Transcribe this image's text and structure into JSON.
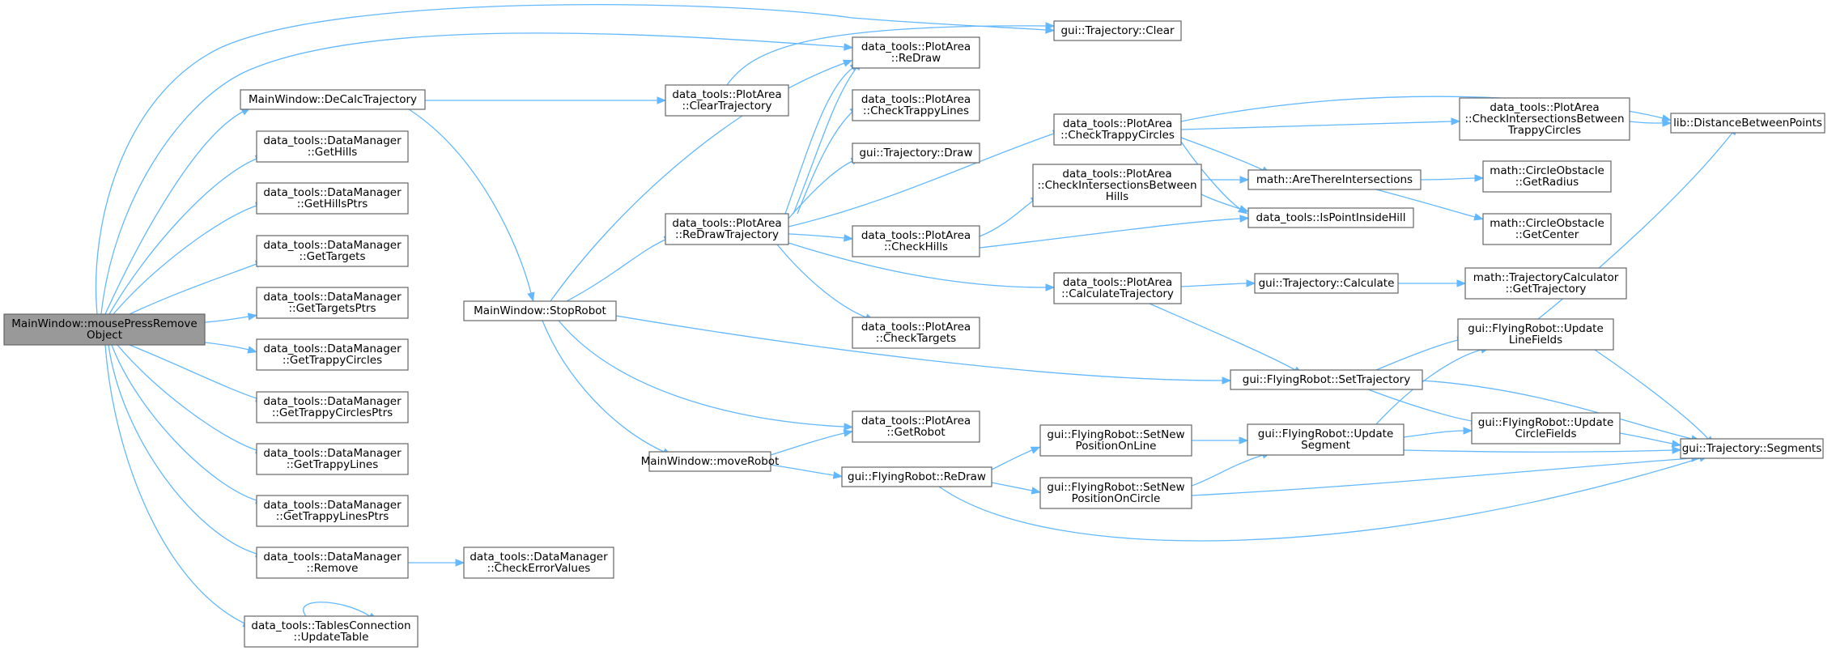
{
  "nodes": [
    {
      "id": "root",
      "lines": [
        "MainWindow::mousePressRemove",
        "Object"
      ],
      "root": true
    },
    {
      "id": "decalc",
      "lines": [
        "MainWindow::DeCalcTrajectory"
      ]
    },
    {
      "id": "gethills",
      "lines": [
        "data_tools::DataManager",
        "::GetHills"
      ]
    },
    {
      "id": "gethillsptrs",
      "lines": [
        "data_tools::DataManager",
        "::GetHillsPtrs"
      ]
    },
    {
      "id": "gettargets",
      "lines": [
        "data_tools::DataManager",
        "::GetTargets"
      ]
    },
    {
      "id": "gettargetsptrs",
      "lines": [
        "data_tools::DataManager",
        "::GetTargetsPtrs"
      ]
    },
    {
      "id": "gettrappycircles",
      "lines": [
        "data_tools::DataManager",
        "::GetTrappyCircles"
      ]
    },
    {
      "id": "gettrappycirclesptrs",
      "lines": [
        "data_tools::DataManager",
        "::GetTrappyCirclesPtrs"
      ]
    },
    {
      "id": "gettrappylines",
      "lines": [
        "data_tools::DataManager",
        "::GetTrappyLines"
      ]
    },
    {
      "id": "gettrappylinesptrs",
      "lines": [
        "data_tools::DataManager",
        "::GetTrappyLinesPtrs"
      ]
    },
    {
      "id": "remove",
      "lines": [
        "data_tools::DataManager",
        "::Remove"
      ]
    },
    {
      "id": "updatetable",
      "lines": [
        "data_tools::TablesConnection",
        "::UpdateTable"
      ]
    },
    {
      "id": "checkerror",
      "lines": [
        "data_tools::DataManager",
        "::CheckErrorValues"
      ]
    },
    {
      "id": "stoprobot",
      "lines": [
        "MainWindow::StopRobot"
      ]
    },
    {
      "id": "moverobot",
      "lines": [
        "MainWindow::moveRobot"
      ]
    },
    {
      "id": "cleartraj",
      "lines": [
        "data_tools::PlotArea",
        "::ClearTrajectory"
      ]
    },
    {
      "id": "redrawtraj",
      "lines": [
        "data_tools::PlotArea",
        "::ReDrawTrajectory"
      ]
    },
    {
      "id": "redraw",
      "lines": [
        "data_tools::PlotArea",
        "::ReDraw"
      ]
    },
    {
      "id": "checktrappylines",
      "lines": [
        "data_tools::PlotArea",
        "::CheckTrappyLines"
      ]
    },
    {
      "id": "trajdraw",
      "lines": [
        "gui::Trajectory::Draw"
      ]
    },
    {
      "id": "checkhills",
      "lines": [
        "data_tools::PlotArea",
        "::CheckHills"
      ]
    },
    {
      "id": "checktargets",
      "lines": [
        "data_tools::PlotArea",
        "::CheckTargets"
      ]
    },
    {
      "id": "getrobot",
      "lines": [
        "data_tools::PlotArea",
        "::GetRobot"
      ]
    },
    {
      "id": "frredraw",
      "lines": [
        "gui::FlyingRobot::ReDraw"
      ]
    },
    {
      "id": "trajclear",
      "lines": [
        "gui::Trajectory::Clear"
      ]
    },
    {
      "id": "checktrappycircles",
      "lines": [
        "data_tools::PlotArea",
        "::CheckTrappyCircles"
      ]
    },
    {
      "id": "checkinterhills",
      "lines": [
        "data_tools::PlotArea",
        "::CheckIntersectionsBetween",
        "Hills"
      ]
    },
    {
      "id": "calctraj",
      "lines": [
        "data_tools::PlotArea",
        "::CalculateTrajectory"
      ]
    },
    {
      "id": "setnewline",
      "lines": [
        "gui::FlyingRobot::SetNew",
        "PositionOnLine"
      ]
    },
    {
      "id": "setnewcircle",
      "lines": [
        "gui::FlyingRobot::SetNew",
        "PositionOnCircle"
      ]
    },
    {
      "id": "arethereinter",
      "lines": [
        "math::AreThereIntersections"
      ]
    },
    {
      "id": "ispointinside",
      "lines": [
        "data_tools::IsPointInsideHill"
      ]
    },
    {
      "id": "trajcalc",
      "lines": [
        "gui::Trajectory::Calculate"
      ]
    },
    {
      "id": "settraj",
      "lines": [
        "gui::FlyingRobot::SetTrajectory"
      ]
    },
    {
      "id": "updatesegment",
      "lines": [
        "gui::FlyingRobot::Update",
        "Segment"
      ]
    },
    {
      "id": "checkintertrappy",
      "lines": [
        "data_tools::PlotArea",
        "::CheckIntersectionsBetween",
        "TrappyCircles"
      ]
    },
    {
      "id": "getradius",
      "lines": [
        "math::CircleObstacle",
        "::GetRadius"
      ]
    },
    {
      "id": "getcenter",
      "lines": [
        "math::CircleObstacle",
        "::GetCenter"
      ]
    },
    {
      "id": "gettrajectory",
      "lines": [
        "math::TrajectoryCalculator",
        "::GetTrajectory"
      ]
    },
    {
      "id": "updatelinefields",
      "lines": [
        "gui::FlyingRobot::Update",
        "LineFields"
      ]
    },
    {
      "id": "updatecirclefields",
      "lines": [
        "gui::FlyingRobot::Update",
        "CircleFields"
      ]
    },
    {
      "id": "distance",
      "lines": [
        "lib::DistanceBetweenPoints"
      ]
    },
    {
      "id": "segments",
      "lines": [
        "gui::Trajectory::Segments"
      ]
    }
  ]
}
